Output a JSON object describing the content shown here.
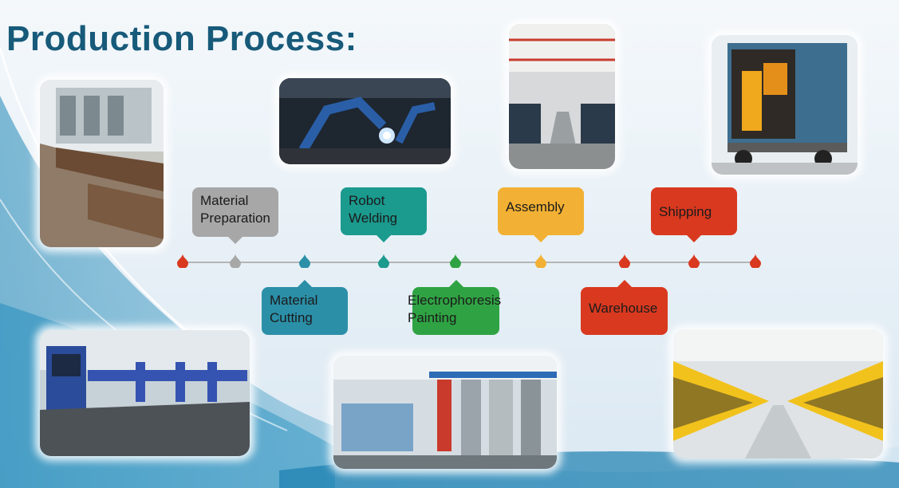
{
  "slide": {
    "title": "Production Process:"
  },
  "colors": {
    "title": "#175a7a",
    "gray": "#a7a7a7",
    "teal_blue": "#2b8fa8",
    "teal": "#1b9a8e",
    "green": "#2fa343",
    "yellow": "#f2b134",
    "red": "#d9391f",
    "line": "#b5b5b5"
  },
  "steps": [
    {
      "line1": "Material",
      "line2": "Preparation",
      "color": "#a7a7a7"
    },
    {
      "line1": "Material",
      "line2": "Cutting",
      "color": "#2b8fa8"
    },
    {
      "line1": "Robot",
      "line2": "Welding",
      "color": "#1b9a8e"
    },
    {
      "line1": "Electrophoresis",
      "line2": "Painting",
      "color": "#2fa343"
    },
    {
      "line1": "Assembly",
      "line2": "",
      "color": "#f2b134"
    },
    {
      "line1": "Warehouse",
      "line2": "",
      "color": "#d9391f"
    },
    {
      "line1": "Shipping",
      "line2": "",
      "color": "#d9391f"
    }
  ],
  "photos": [
    {
      "name": "steel-plate-stock-photo"
    },
    {
      "name": "robot-welding-photo"
    },
    {
      "name": "assembly-hall-photo"
    },
    {
      "name": "container-truck-photo"
    },
    {
      "name": "plasma-cutting-machine-photo"
    },
    {
      "name": "painting-line-photo"
    },
    {
      "name": "loader-warehouse-photo"
    }
  ]
}
